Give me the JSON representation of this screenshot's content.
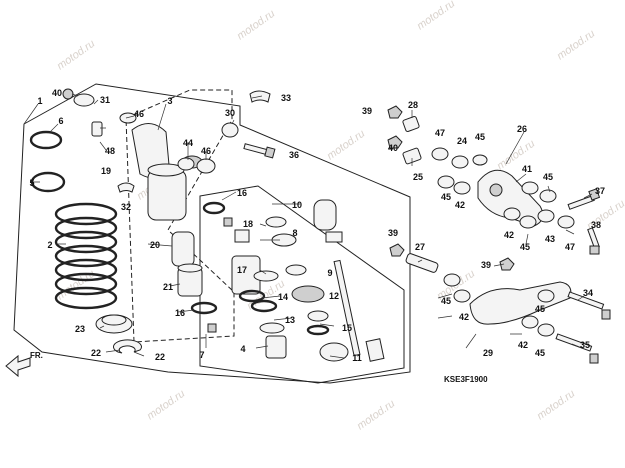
{
  "watermark": "motod.ru",
  "diagram_code": "KSE3F1900",
  "front_label": "FR.",
  "callouts": {
    "n1": "1",
    "n2": "2",
    "n3": "3",
    "n4": "4",
    "n5": "5",
    "n6": "6",
    "n7": "7",
    "n8": "8",
    "n9": "9",
    "n10": "10",
    "n11": "11",
    "n12": "12",
    "n13": "13",
    "n14": "14",
    "n15": "15",
    "n16a": "16",
    "n16b": "16",
    "n17": "17",
    "n18": "18",
    "n19": "19",
    "n20": "20",
    "n21": "21",
    "n22a": "22",
    "n22b": "22",
    "n23": "23",
    "n24": "24",
    "n25": "25",
    "n26": "26",
    "n27": "27",
    "n28": "28",
    "n29": "29",
    "n30": "30",
    "n31": "31",
    "n32": "32",
    "n33": "33",
    "n34": "34",
    "n35": "35",
    "n36": "36",
    "n37": "37",
    "n38": "38",
    "n39a": "39",
    "n39b": "39",
    "n39c": "39",
    "n40a": "40",
    "n40b": "40",
    "n41": "41",
    "n42a": "42",
    "n42b": "42",
    "n42c": "42",
    "n42d": "42",
    "n43": "43",
    "n44": "44",
    "n45a": "45",
    "n45b": "45",
    "n45c": "45",
    "n45d": "45",
    "n45e": "45",
    "n45f": "45",
    "n45g": "45",
    "n46a": "46",
    "n46b": "46",
    "n47a": "47",
    "n47b": "47",
    "n48": "48"
  }
}
